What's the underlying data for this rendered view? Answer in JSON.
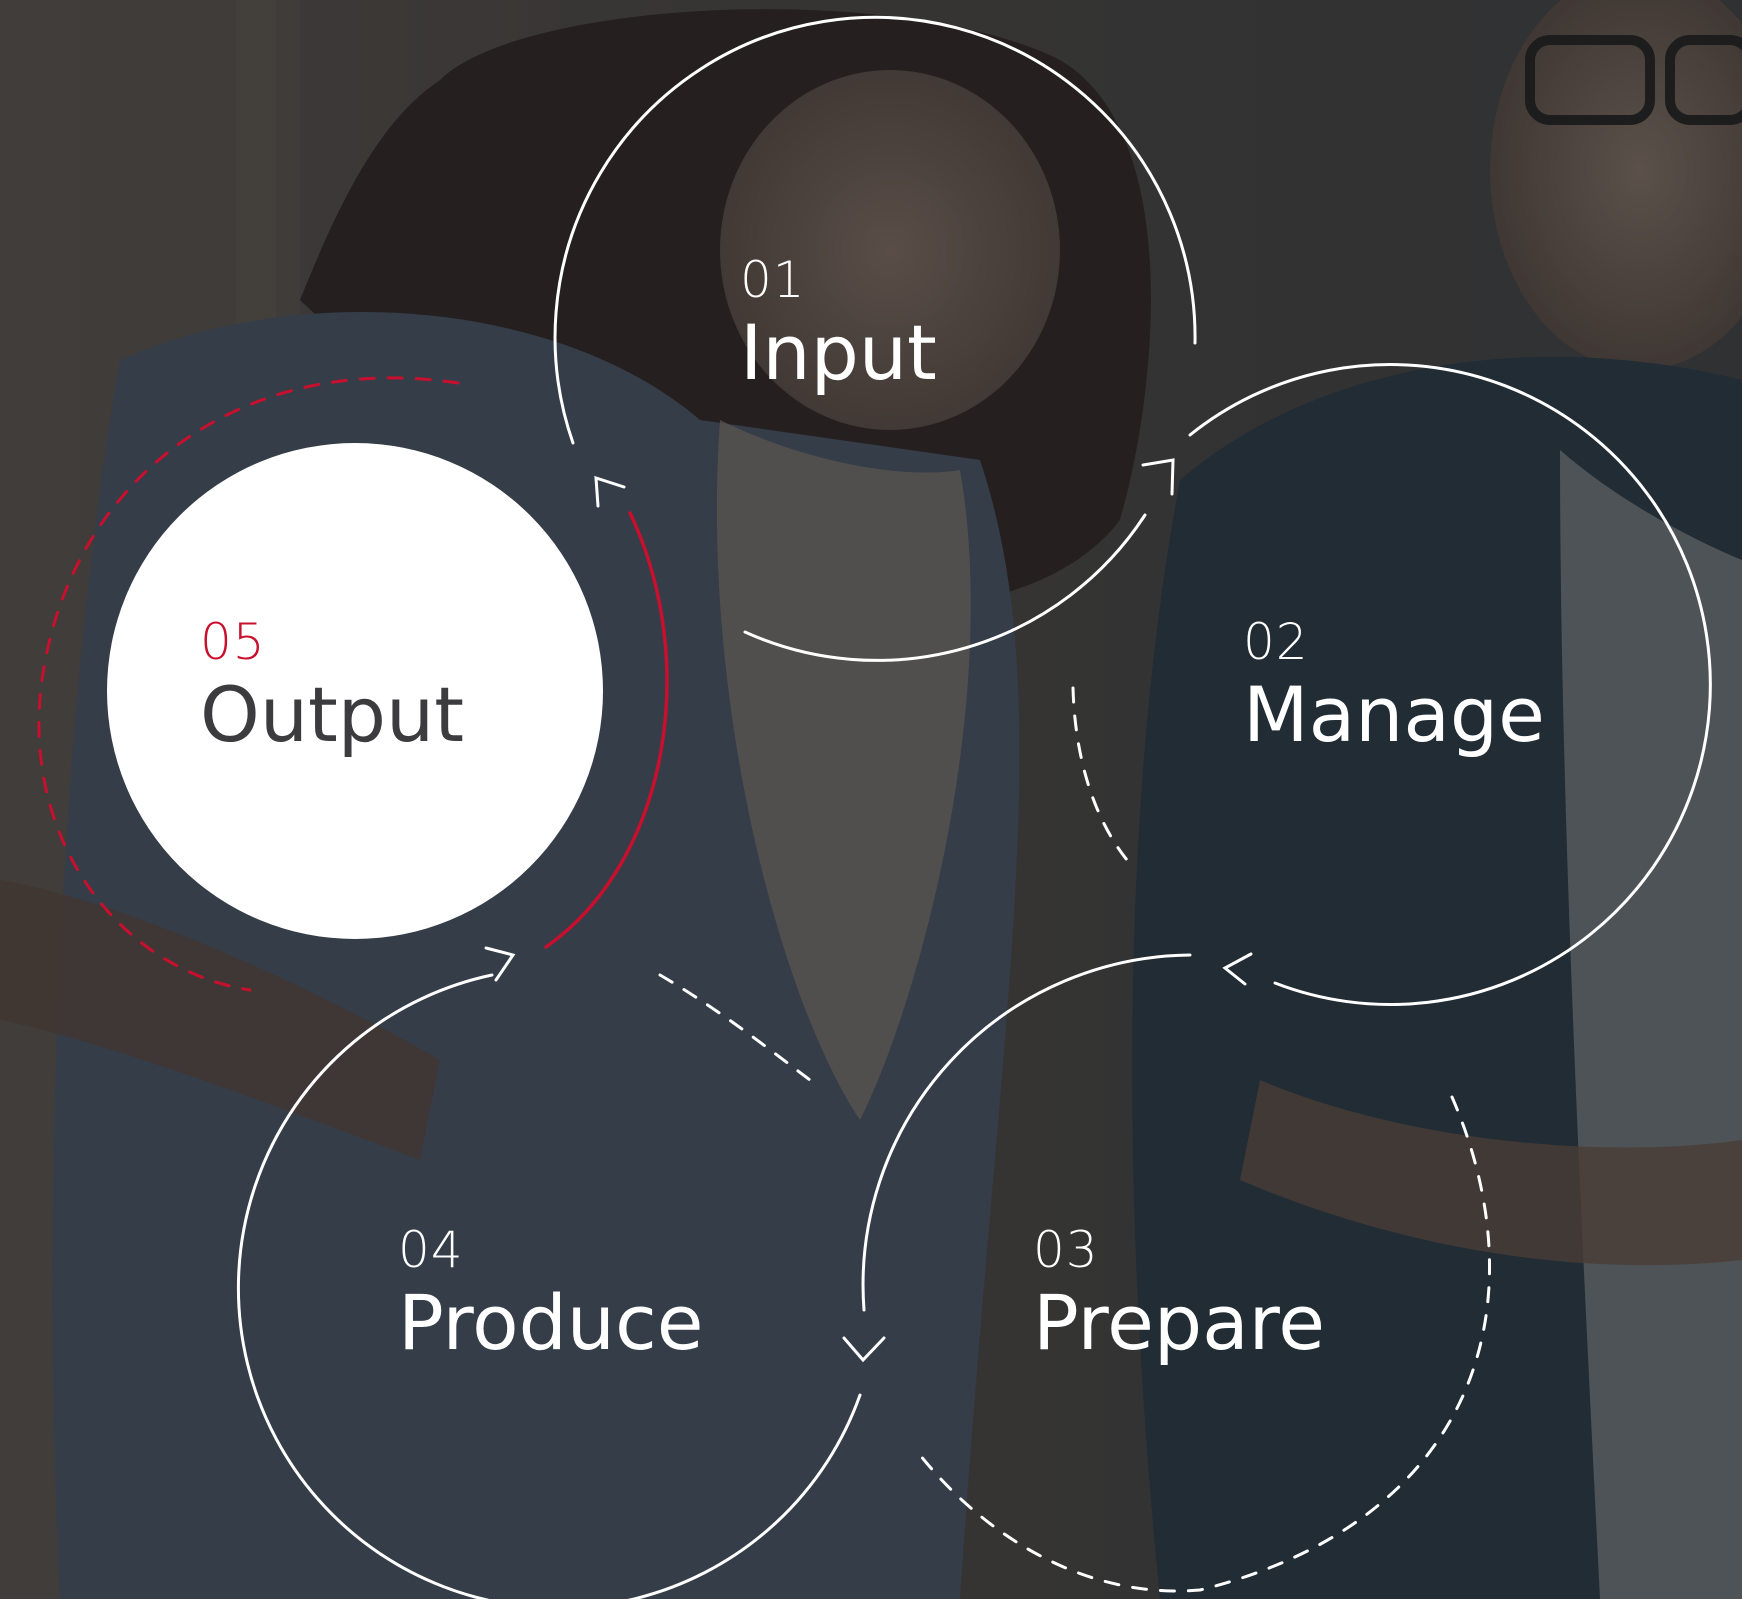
{
  "colors": {
    "accent": "#c8102e",
    "ring": "#ffffff",
    "active_fill": "#ffffff",
    "active_text": "#3c3c3e"
  },
  "steps": [
    {
      "number": "01",
      "label": "Input",
      "state": "default"
    },
    {
      "number": "02",
      "label": "Manage",
      "state": "default"
    },
    {
      "number": "03",
      "label": "Prepare",
      "state": "default"
    },
    {
      "number": "04",
      "label": "Produce",
      "state": "default"
    },
    {
      "number": "05",
      "label": "Output",
      "state": "active"
    }
  ]
}
